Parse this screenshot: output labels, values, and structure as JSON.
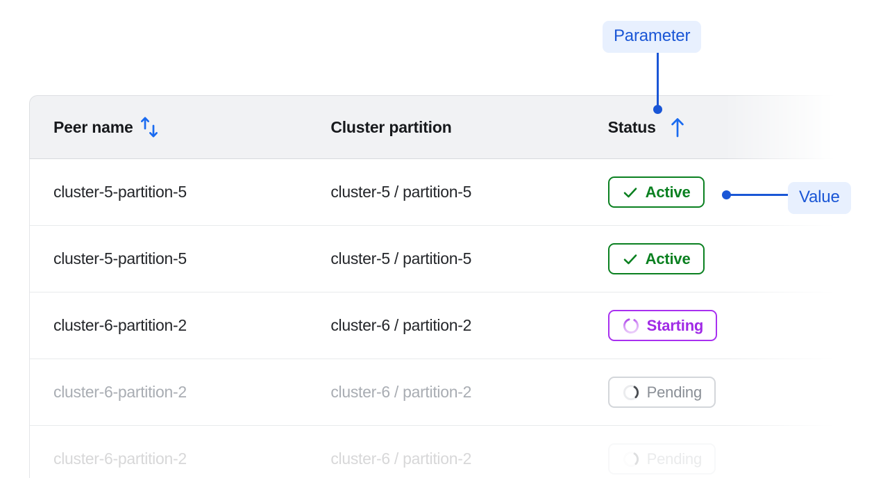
{
  "table": {
    "columns": [
      {
        "key": "peer_name",
        "label": "Peer name",
        "sort_icon": "sort-updown-icon",
        "sort_state": "sortable"
      },
      {
        "key": "cluster_partition",
        "label": "Cluster partition",
        "sort_icon": "none",
        "sort_state": "none"
      },
      {
        "key": "status",
        "label": "Status",
        "sort_icon": "sort-up-icon",
        "sort_state": "ascending"
      }
    ],
    "rows": [
      {
        "peer_name": "cluster-5-partition-5",
        "cluster_partition": "cluster-5 / partition-5",
        "status": {
          "label": "Active",
          "icon": "check-icon",
          "variant": "active"
        },
        "dimmed": false
      },
      {
        "peer_name": "cluster-5-partition-5",
        "cluster_partition": "cluster-5 / partition-5",
        "status": {
          "label": "Active",
          "icon": "check-icon",
          "variant": "active"
        },
        "dimmed": false
      },
      {
        "peer_name": "cluster-6-partition-2",
        "cluster_partition": "cluster-6 / partition-2",
        "status": {
          "label": "Starting",
          "icon": "spinner-icon",
          "variant": "starting"
        },
        "dimmed": false
      },
      {
        "peer_name": "cluster-6-partition-2",
        "cluster_partition": "cluster-6 / partition-2",
        "status": {
          "label": "Pending",
          "icon": "spinner-icon",
          "variant": "pending"
        },
        "dimmed": true
      },
      {
        "peer_name": "cluster-6-partition-2",
        "cluster_partition": "cluster-6 / partition-2",
        "status": {
          "label": "Pending",
          "icon": "spinner-icon",
          "variant": "pending"
        },
        "dimmed": true
      }
    ]
  },
  "annotations": {
    "parameter": {
      "label": "Parameter",
      "target": "status-column-header"
    },
    "value": {
      "label": "Value",
      "target": "status-badge-row-1"
    }
  },
  "colors": {
    "accent_blue": "#1a56d6",
    "callout_bg": "#e8f0fe",
    "active_green": "#0a8020",
    "starting_purple": "#a02ae6",
    "pending_gray": "#8a8f96",
    "header_bg": "#f1f2f4",
    "border": "#e3e5e8"
  }
}
